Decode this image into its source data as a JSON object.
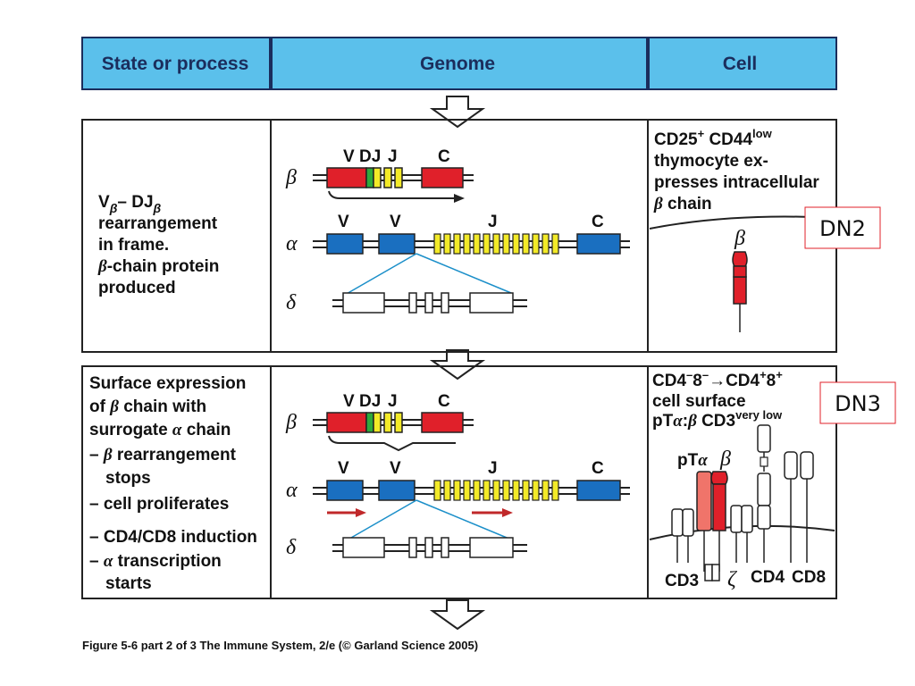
{
  "header": {
    "col1": "State or process",
    "col2": "Genome",
    "col3": "Cell"
  },
  "panel1": {
    "process_lines": [
      "V",
      "– DJ",
      "rearrangement",
      "in frame.",
      "-chain protein",
      "produced"
    ],
    "process_subscript": "β",
    "process_beta_prefix": "β",
    "cell_lines": [
      "CD25",
      "CD44",
      "thymocyte ex-",
      "presses intracellular",
      "chain"
    ],
    "cell_sup_plus": "+",
    "cell_sup_low": "low",
    "cell_beta": "β",
    "marker_beta": "β",
    "tag": "DN2"
  },
  "panel2": {
    "process_lines": [
      "Surface expression",
      "of",
      "chain with",
      "surrogate",
      "chain",
      "–",
      "rearrangement",
      "stops",
      "– cell proliferates",
      "– CD4/CD8 induction",
      "–",
      "transcription",
      "starts"
    ],
    "beta": "β",
    "alpha": "α",
    "cell_line1a": "CD4",
    "cell_line1b": "8",
    "cell_line1c": "→CD4",
    "cell_line1d": "8",
    "sup_minus": "–",
    "sup_plus": "+",
    "cell_line2": "cell surface",
    "cell_line3a": "pT",
    "cell_line3b": ":",
    "cell_line3c": " CD3",
    "cell_sup_verylow": "very low",
    "pt_label": "pT",
    "zeta": "ζ",
    "cd3": "CD3",
    "cd4": "CD4",
    "cd8": "CD8",
    "tag": "DN3"
  },
  "genome": {
    "beta_labels": [
      "V",
      "DJ",
      "J",
      "C"
    ],
    "alpha_labels": [
      "V",
      "V",
      "J",
      "C"
    ],
    "greek_beta": "β",
    "greek_alpha": "α",
    "greek_delta": "δ"
  },
  "colors": {
    "header_bg": "#5bc0eb",
    "red": "#e0202a",
    "green": "#2eaa3c",
    "yellow": "#f3ea28",
    "blue": "#1a6fc0",
    "pink": "#f0746a",
    "teal_line": "#1b8fc9"
  },
  "caption": "Figure 5-6 part 2 of 3  The Immune System, 2/e (© Garland Science 2005)"
}
